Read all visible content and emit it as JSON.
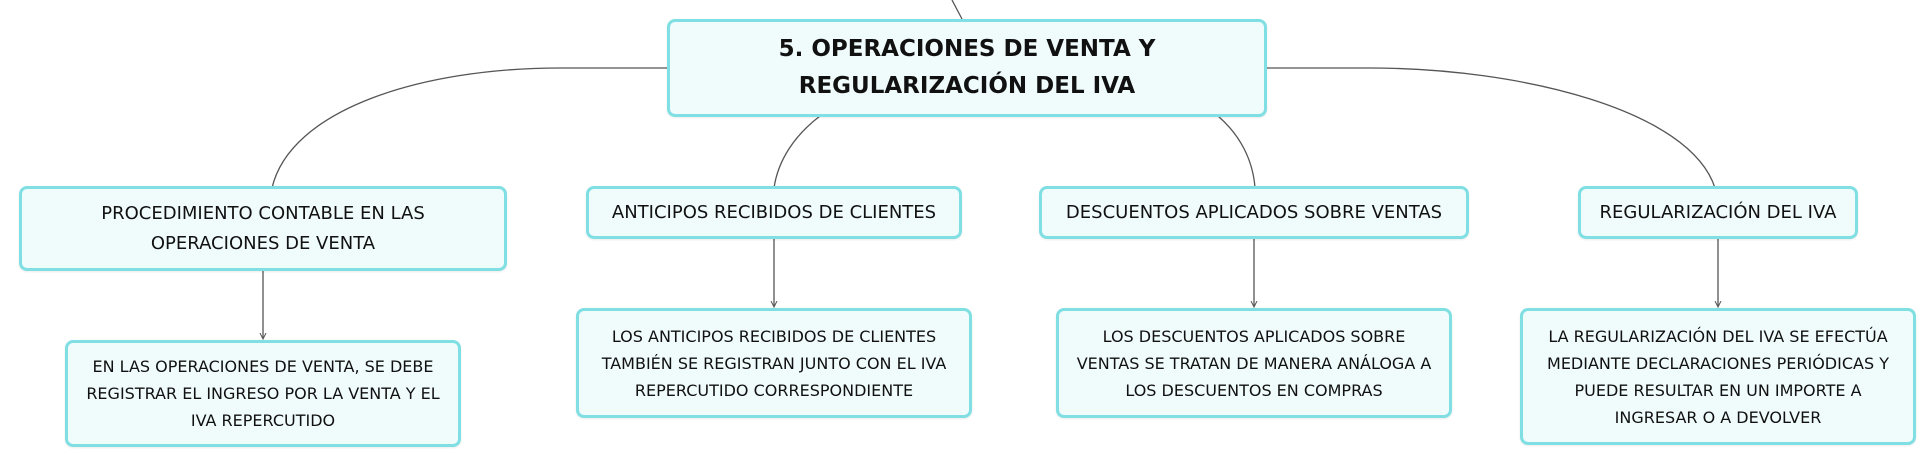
{
  "mindmap": {
    "root": {
      "label": "5. OPERACIONES DE VENTA Y REGULARIZACIÓN DEL IVA"
    },
    "topics": [
      {
        "label": "PROCEDIMIENTO CONTABLE EN LAS OPERACIONES DE VENTA",
        "detail": "EN LAS OPERACIONES DE VENTA, SE DEBE REGISTRAR EL INGRESO POR LA VENTA Y EL IVA REPERCUTIDO"
      },
      {
        "label": "ANTICIPOS RECIBIDOS DE CLIENTES",
        "detail": "LOS ANTICIPOS RECIBIDOS DE CLIENTES TAMBIÉN SE REGISTRAN JUNTO CON EL IVA REPERCUTIDO CORRESPONDIENTE"
      },
      {
        "label": "DESCUENTOS APLICADOS SOBRE VENTAS",
        "detail": "LOS DESCUENTOS APLICADOS SOBRE VENTAS SE TRATAN DE MANERA ANÁLOGA A LOS DESCUENTOS EN COMPRAS"
      },
      {
        "label": "REGULARIZACIÓN DEL IVA",
        "detail": "LA REGULARIZACIÓN DEL IVA SE EFECTÚA MEDIANTE DECLARACIONES PERIÓDICAS Y PUEDE RESULTAR EN UN IMPORTE A INGRESAR O A DEVOLVER"
      }
    ]
  },
  "colors": {
    "node_border": "#7fdfe2",
    "node_fill": "#f0fbfc",
    "connector": "#555555"
  }
}
